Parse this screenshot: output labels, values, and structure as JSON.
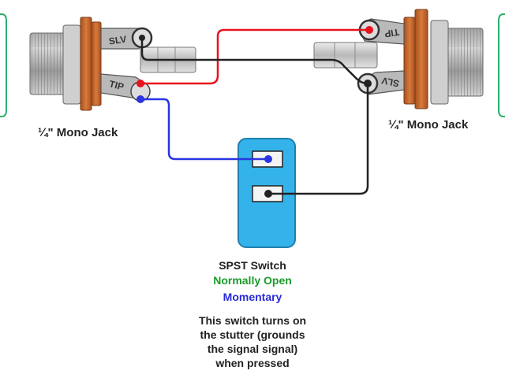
{
  "jacks": {
    "left": {
      "label": "¼\" Mono Jack",
      "sleeve_lug": "SLV",
      "tip_lug": "TIP"
    },
    "right": {
      "label": "¼\" Mono Jack",
      "sleeve_lug": "SLV",
      "tip_lug": "TIP"
    }
  },
  "switch": {
    "title": "SPST Switch",
    "type_line": "Normally Open",
    "action_line": "Momentary",
    "description": [
      "This switch turns on",
      "the stutter (grounds",
      "the signal signal)",
      "when pressed"
    ]
  },
  "colors": {
    "signal_wire": "#e8121c",
    "ground_wire": "#222222",
    "switch_wire": "#2a34e0",
    "switch_body": "#34b3ea",
    "jack_nut": "#c4662f",
    "normally_open_text": "#1a9a2a",
    "momentary_text": "#2a2ad8",
    "side_frame": "#2bb06a"
  }
}
